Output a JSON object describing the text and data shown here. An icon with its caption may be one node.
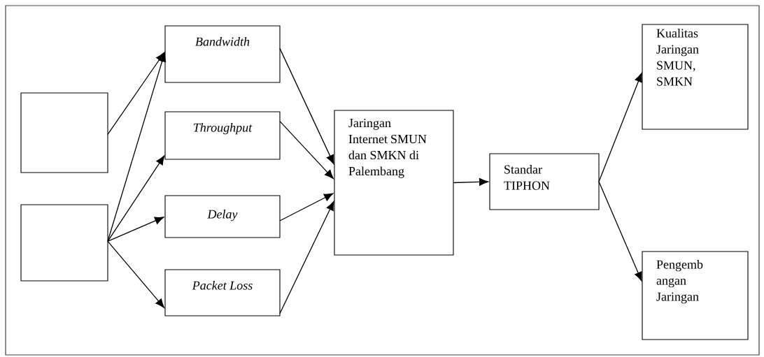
{
  "diagram": {
    "nodes": [
      {
        "text": [],
        "shape": "box"
      },
      {
        "text": [],
        "shape": "box"
      },
      {
        "text": [
          "Bandwidth"
        ]
      },
      {
        "text": [
          "Throughput"
        ]
      },
      {
        "text": [
          "Delay"
        ]
      },
      {
        "text": [
          "Packet Loss"
        ]
      },
      {
        "text": [
          "Jaringan Internet SMUN dan SMKN di Palembang"
        ]
      },
      {
        "text": [
          "Standar TIPHON"
        ]
      },
      {
        "text": [
          "Kualitas Jaringan SMUN, SMKN"
        ]
      },
      {
        "text": [
          "Pengemb angan Jaringan"
        ]
      }
    ],
    "edges": [
      {
        "from": 0,
        "to": 2,
        "arrow": "to"
      },
      {
        "from": 1,
        "to": 2,
        "arrow": "to"
      },
      {
        "from": 1,
        "to": 3,
        "arrow": "to"
      },
      {
        "from": 1,
        "to": 4,
        "arrow": "to"
      },
      {
        "from": 1,
        "to": 5,
        "arrow": "to"
      },
      {
        "from": 2,
        "to": 6,
        "arrow": "to"
      },
      {
        "from": 3,
        "to": 6,
        "arrow": "to"
      },
      {
        "from": 4,
        "to": 6,
        "arrow": "to"
      },
      {
        "from": 5,
        "to": 6,
        "arrow": "to"
      },
      {
        "from": 6,
        "to": 7,
        "arrow": "to"
      },
      {
        "from": 7,
        "to": 8,
        "arrow": "to"
      },
      {
        "from": 7,
        "to": 9,
        "arrow": "to"
      }
    ]
  }
}
